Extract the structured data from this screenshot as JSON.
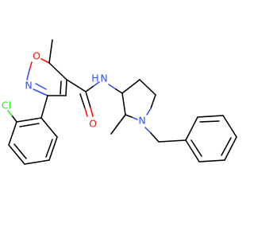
{
  "molecule": {
    "atoms": {
      "o_ring": "O",
      "n_ring": "N",
      "o_carbonyl": "O",
      "n_amide": "N",
      "h_amide": "H",
      "n_pyrrolidine": "N",
      "cl": "Cl"
    },
    "colors": {
      "bond": "#000000",
      "oxygen": "#ff0d0d",
      "nitrogen": "#3050f8",
      "chlorine": "#1ff01f"
    }
  }
}
